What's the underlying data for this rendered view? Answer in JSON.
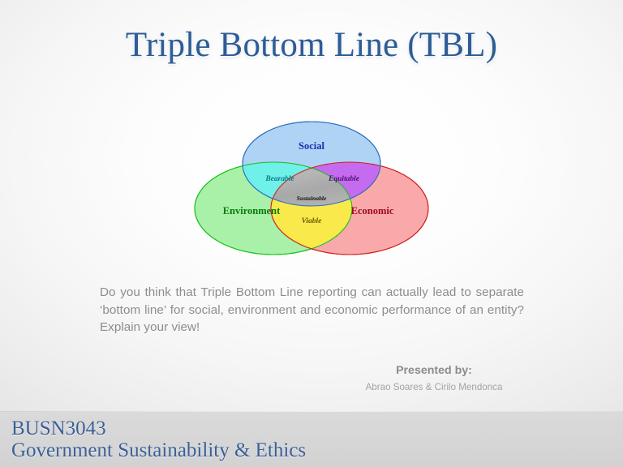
{
  "slide": {
    "title": "Triple Bottom Line (TBL)",
    "background_center": "#ffffff",
    "background_edge": "#d9d9d9",
    "title_color": "#2d5c96"
  },
  "diagram": {
    "type": "venn",
    "name": "triple-bottom-line-venn",
    "sets": [
      {
        "id": "social",
        "label": "Social",
        "fill": "#aed3f5",
        "stroke": "#2f6fbe",
        "text_color": "#1a2fb0"
      },
      {
        "id": "environment",
        "label": "Environment",
        "fill": "#a9f0a9",
        "stroke": "#19bf19",
        "text_color": "#087a08"
      },
      {
        "id": "economic",
        "label": "Economic",
        "fill": "#f9a9a9",
        "stroke": "#cf2020",
        "text_color": "#9b0b1e"
      }
    ],
    "intersections": [
      {
        "id": "bearable",
        "label": "Bearable",
        "between": [
          "social",
          "environment"
        ],
        "fill": "#6ff0e8",
        "text_color": "#0a7d86"
      },
      {
        "id": "equitable",
        "label": "Equitable",
        "between": [
          "social",
          "economic"
        ],
        "fill": "#c56bef",
        "text_color": "#4d0f7a"
      },
      {
        "id": "viable",
        "label": "Viable",
        "between": [
          "environment",
          "economic"
        ],
        "fill": "#f9e94a",
        "text_color": "#6b5a05"
      },
      {
        "id": "sustainable",
        "label": "Sustainable",
        "between": [
          "social",
          "environment",
          "economic"
        ],
        "fill": "#bdbdbd",
        "text_color": "#121212"
      }
    ]
  },
  "body": {
    "question": "Do you think that Triple Bottom Line reporting can actually lead to separate ‘bottom line’ for social, environment and economic performance of an entity? Explain your view!",
    "text_color": "#8d8d8d"
  },
  "presented": {
    "heading": "Presented by:",
    "names": "Abrao Soares & Cirilo Mendonca"
  },
  "footer": {
    "course_code": "BUSN3043",
    "course_name": "Government Sustainability & Ethics",
    "band_color": "#d6d6d6",
    "text_color": "#3a5f96"
  }
}
